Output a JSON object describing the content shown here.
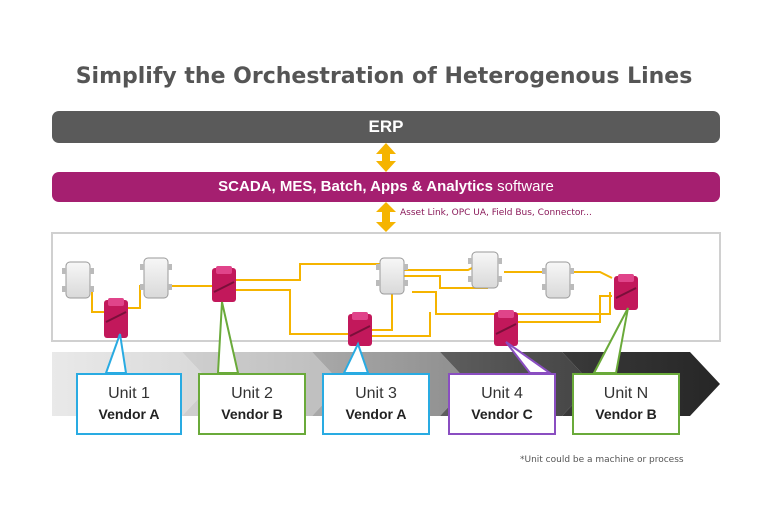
{
  "title": "Simplify the Orchestration of Heterogenous Lines",
  "erp_label": "ERP",
  "scada": {
    "bold": "SCADA, MES, Batch, Apps & Analytics",
    "rest": " software"
  },
  "connectivity_note": "Asset Link, OPC UA, Field Bus, Connector...",
  "footnote": "*Unit could be a machine or process",
  "units": [
    {
      "unit": "Unit 1",
      "vendor": "Vendor A",
      "border": "#29abe2"
    },
    {
      "unit": "Unit 2",
      "vendor": "Vendor B",
      "border": "#6aaa3a"
    },
    {
      "unit": "Unit 3",
      "vendor": "Vendor A",
      "border": "#29abe2"
    },
    {
      "unit": "Unit 4",
      "vendor": "Vendor C",
      "border": "#8a4ec1"
    },
    {
      "unit": "Unit N",
      "vendor": "Vendor B",
      "border": "#6aaa3a"
    }
  ],
  "colors": {
    "erp": "#5a5a5a",
    "scada": "#a51f70",
    "arrow": "#f5b400",
    "line": "#f5b400",
    "pink_device": "#c2185b"
  }
}
